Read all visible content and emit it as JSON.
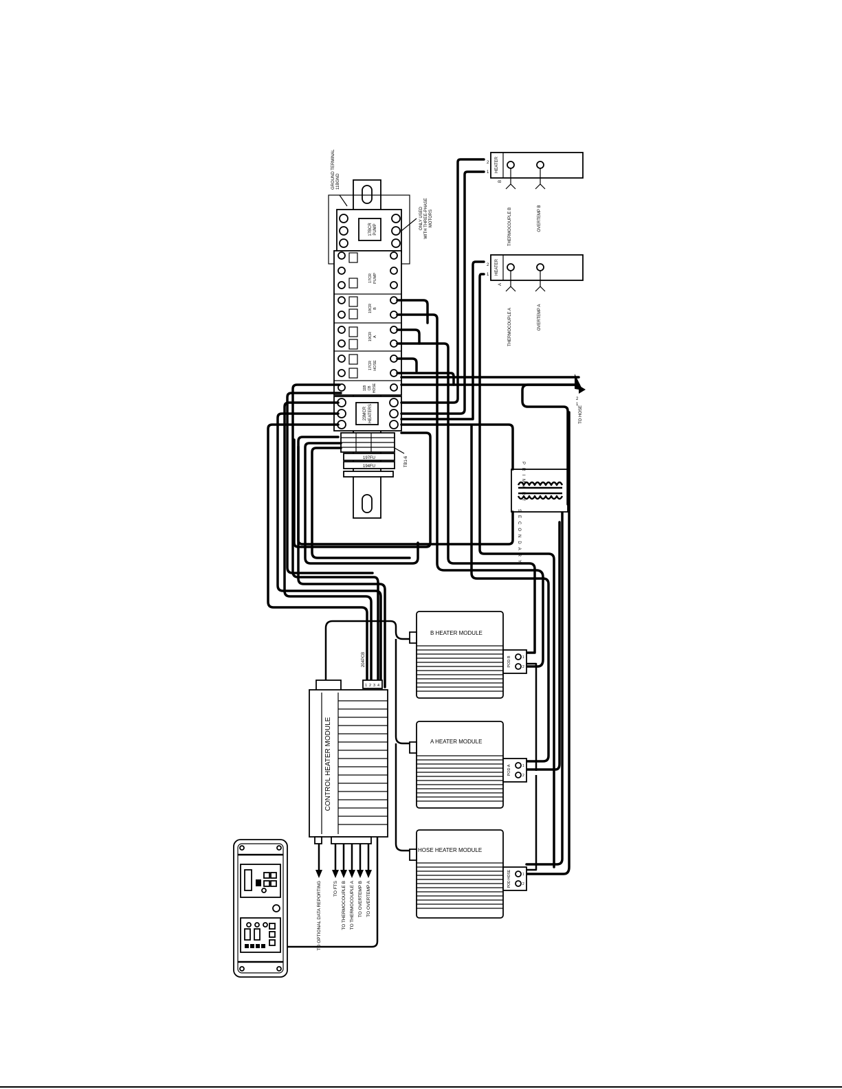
{
  "labels": {
    "ground_terminal": "GROUND TERMINAL",
    "ground_id": "11BGND",
    "only_used_1": "ONLY USED",
    "only_used_2": "WITH THREE-PHASE",
    "only_used_3": "MOTORS",
    "pump_contactor_1": "17BCR",
    "pump_contactor_2": "PUMP",
    "heater_contactor_1": "23MCR",
    "heater_contactor_2": "HEATERS",
    "relay_pump_1": "17CR",
    "relay_pump_2": "PUMP",
    "relay_b_1": "19CR",
    "relay_b_2": "B",
    "relay_a_1": "19CR",
    "relay_a_2": "A",
    "relay_hose_1": "17CR",
    "relay_hose_2": "HOSE",
    "cb_hose_1": "11B",
    "cb_hose_2": "CB",
    "cb_hose_3": "HOSE",
    "fuse_1": "197FU",
    "fuse_2": "194FU",
    "tb": "TB1-6",
    "heater_b": "HEATER",
    "heater_a": "HEATER",
    "b_letter": "B",
    "a_letter": "A",
    "thermocouple_b": "THERMOCOUPLE B",
    "overtemp_b": "OVERTEMP B",
    "thermocouple_a": "THERMOCOUPLE A",
    "overtemp_a": "OVERTEMP A",
    "to_hose": "TO HOSE",
    "primary": "PRIMARY",
    "secondary": "SECONDARY",
    "pcb": "204PCB",
    "control_module": "CONTROL HEATER MODULE",
    "b_module": "B HEATER MODULE",
    "a_module": "A HEATER MODULE",
    "hose_module": "HOSE HEATER MODULE",
    "pod_b": "POD B",
    "pod_a": "POD A",
    "pod_hose": "POD HOSE",
    "to_data": "TO OPTIONAL DATA REPORTING",
    "to_fts": "TO FTS",
    "to_tc_b": "TO THERMOCOUPLE B",
    "to_tc_a": "TO THERMOCOUPLE A",
    "to_ot_b": "TO OVERTEMP B",
    "to_ot_a": "TO OVERTEMP A",
    "n1": "1",
    "n2": "2",
    "n3": "3",
    "n4": "4"
  }
}
